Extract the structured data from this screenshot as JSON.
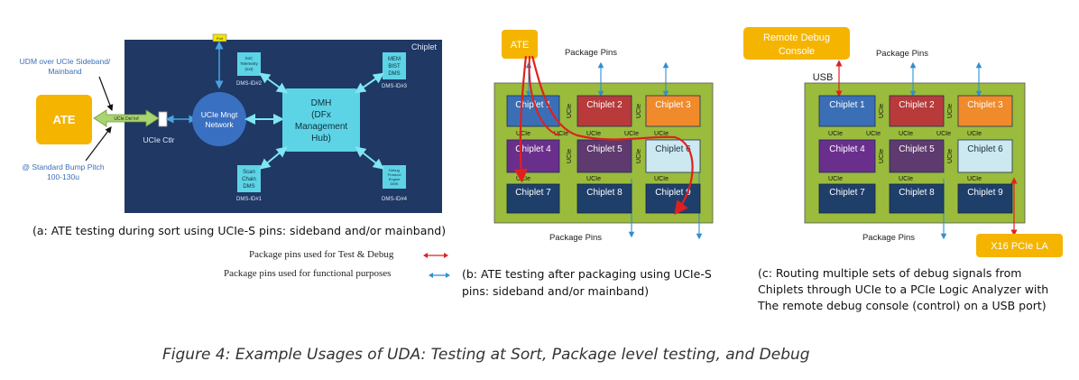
{
  "panel_a": {
    "udm_label_1": "UDM over UCIe Sideband/",
    "udm_label_2": "Mainband",
    "ate": "ATE",
    "bump_label_1": "@ Standard Bump Pitch",
    "bump_label_2": "100-130u",
    "link_label": "UCIe Del Inf",
    "ctlr_label": "UCIe Ctlr",
    "chiplet_label": "Chiplet",
    "top_port": "Port",
    "mngt_1": "UCIe Mngt",
    "mngt_2": "Network",
    "dmh_1": "DMH",
    "dmh_2": "(DFx",
    "dmh_3": "Management",
    "dmh_4": "Hub)",
    "soc_tel_1": "SoC",
    "soc_tel_2": "Telemetry",
    "soc_tel_3": "(ext)",
    "dms_id2": "DMS-ID#2",
    "mem_1": "MEM",
    "mem_2": "BIST",
    "mem_3": "DMS",
    "dms_id3": "DMS-ID#3",
    "scan_1": "Scan",
    "scan_2": "Chain",
    "scan_3": "DMS",
    "dms_id1": "DMS-ID#1",
    "debug_1": "Debug",
    "debug_2": "Protocol",
    "debug_3": "Engine",
    "debug_4": "DMS",
    "dms_id4": "DMS-ID#4",
    "caption": "(a: ATE testing during sort using UCIe-S pins: sideband and/or mainband)"
  },
  "legend": {
    "test_debug": "Package pins used for Test & Debug",
    "functional": "Package pins used for functional purposes"
  },
  "panel_b": {
    "ate": "ATE",
    "pins_top": "Package Pins",
    "pins_bottom": "Package Pins",
    "chiplets": [
      "Chiplet 1",
      "Chiplet 2",
      "Chiplet 3",
      "Chiplet 4",
      "Chiplet 5",
      "Chiplet 6",
      "Chiplet 7",
      "Chiplet 8",
      "Chiplet 9"
    ],
    "ucie": "UCIe",
    "caption_1": "(b: ATE testing after packaging using UCIe-S",
    "caption_2": "pins: sideband and/or mainband)"
  },
  "panel_c": {
    "console_1": "Remote Debug",
    "console_2": "Console",
    "usb": "USB",
    "pins_top": "Package Pins",
    "pins_bottom": "Package Pins",
    "chiplets": [
      "Chiplet 1",
      "Chiplet 2",
      "Chiplet 3",
      "Chiplet 4",
      "Chiplet 5",
      "Chiplet 6",
      "Chiplet 7",
      "Chiplet 8",
      "Chiplet 9"
    ],
    "ucie": "UCIe",
    "la": "X16 PCIe LA",
    "caption_1": "(c: Routing multiple sets of debug signals from",
    "caption_2": "Chiplets through UCIe to a PCIe Logic Analyzer with",
    "caption_3": "The remote debug console (control) on a USB port)"
  },
  "figure_caption": "Figure 4: Example Usages of UDA: Testing at Sort, Package level testing, and Debug",
  "colors": {
    "navy": "#1f3864",
    "ate_orange": "#f5b400",
    "teal": "#5dd3e6",
    "package_green": "#9bbb3c",
    "chiplet_blue": "#3a6fb5",
    "chiplet_red": "#b83a3a",
    "chiplet_orange": "#f08a2b",
    "chiplet_purple": "#6a2f8c",
    "chiplet_plum": "#5e3a6e",
    "chiplet_light": "#cce8f0",
    "chiplet_dark": "#1f3f6b",
    "route_red": "#e02020",
    "arrow_blue": "#2f8fd0"
  }
}
